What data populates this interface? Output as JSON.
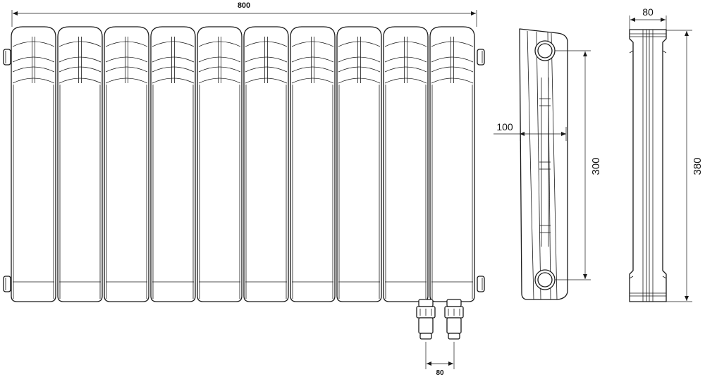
{
  "dimensions": {
    "total_width": "800",
    "connection_spacing": "80",
    "side_offset": "100",
    "center_distance": "300",
    "section_depth": "80",
    "total_height": "380"
  },
  "radiator": {
    "section_count": 10
  }
}
